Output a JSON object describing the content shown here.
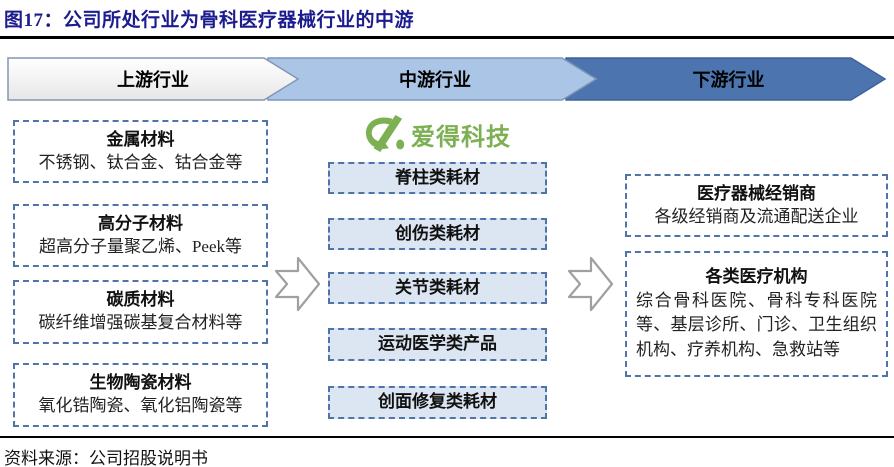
{
  "figure": {
    "title": "图17：公司所处行业为骨科医疗器械行业的中游",
    "source": "资料来源：公司招股说明书"
  },
  "banner": {
    "segments": [
      {
        "label": "上游行业",
        "fill": "#f2f2f2"
      },
      {
        "label": "中游行业",
        "fill": "#abc5e6"
      },
      {
        "label": "下游行业",
        "fill": "#4c74ae"
      }
    ]
  },
  "upstream": {
    "boxes": [
      {
        "title": "金属材料",
        "desc": "不锈钢、钛合金、钴合金等"
      },
      {
        "title": "高分子材料",
        "desc": "超高分子量聚乙烯、Peek等"
      },
      {
        "title": "碳质材料",
        "desc": "碳纤维增强碳基复合材料等"
      },
      {
        "title": "生物陶瓷材料",
        "desc": "氧化锆陶瓷、氧化铝陶瓷等"
      }
    ]
  },
  "midstream": {
    "logo": {
      "text": "爱得科技",
      "color": "#7cb053"
    },
    "boxes": [
      {
        "label": "脊柱类耗材"
      },
      {
        "label": "创伤类耗材"
      },
      {
        "label": "关节类耗材"
      },
      {
        "label": "运动医学类产品"
      },
      {
        "label": "创面修复类耗材"
      }
    ]
  },
  "downstream": {
    "boxes": [
      {
        "title": "医疗器械经销商",
        "desc": "各级经销商及流通配送企业"
      },
      {
        "title": "各类医疗机构",
        "desc": "综合骨科医院、骨科专科医院等、基层诊所、门诊、卫生组织机构、疗养机构、急救站等"
      }
    ]
  },
  "colors": {
    "title_navy": "#1c1c8f",
    "box_border_blue": "#4f74a8",
    "mid_box_fill": "#dce6f2",
    "logo_green": "#7cb053",
    "arrow_outline": "#a0a0a0",
    "banner_upstream": "#f2f2f2",
    "banner_midstream": "#abc5e6",
    "banner_downstream": "#4c74ae"
  }
}
